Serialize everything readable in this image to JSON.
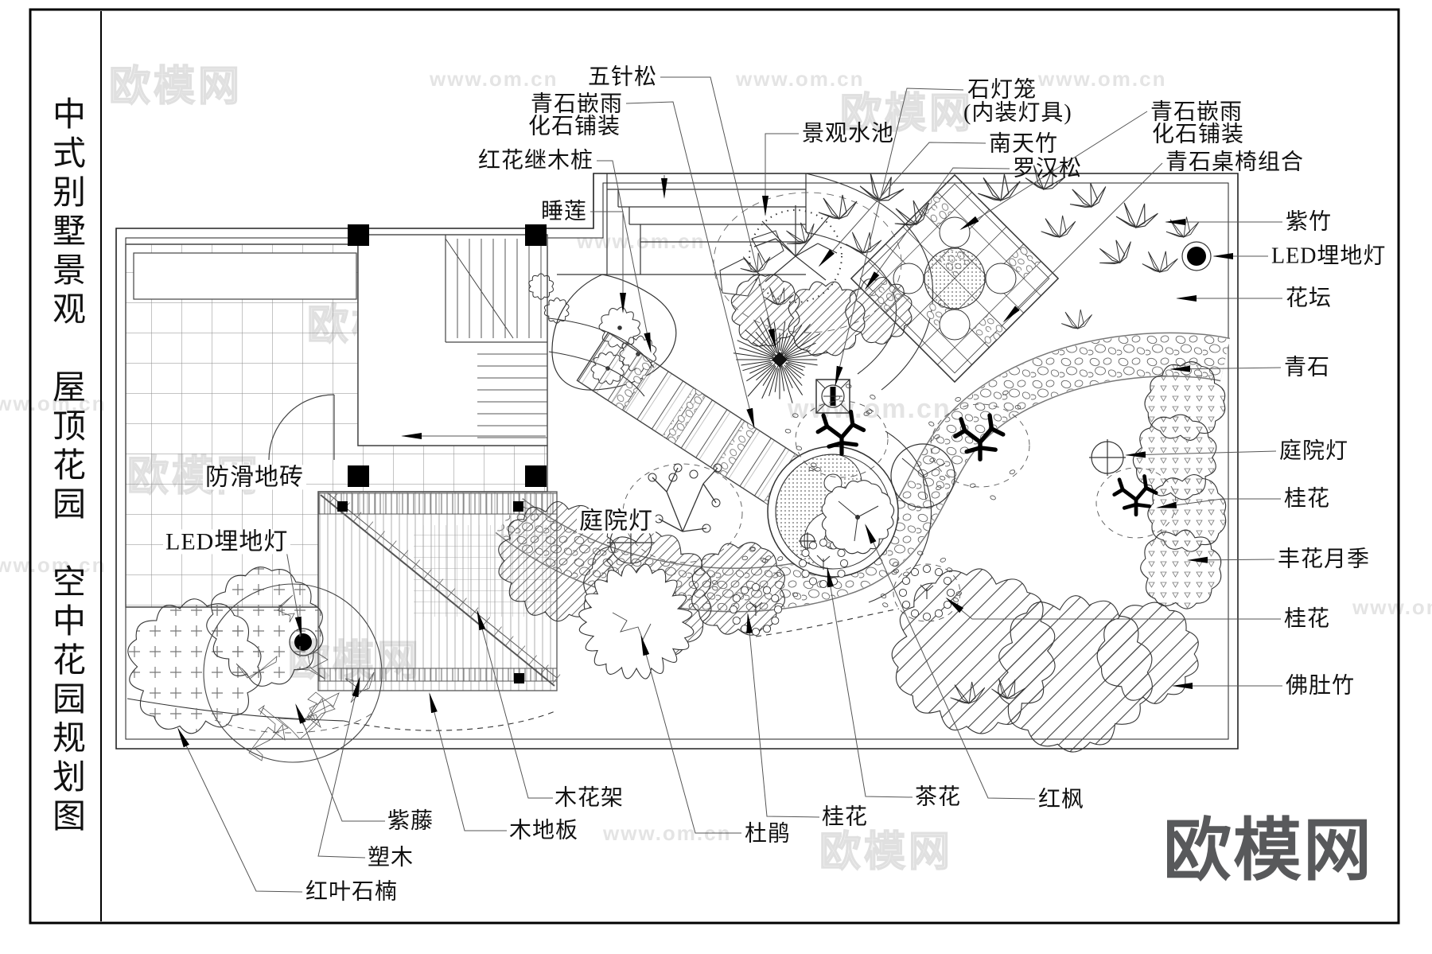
{
  "page": {
    "title": "中式别墅景观　屋顶花园　空中花园规划图",
    "logo": "欧模网",
    "watermark_url": "www.om.cn",
    "watermark_logo": "欧模网"
  },
  "callouts": {
    "pine5": "五针松",
    "paving_l1": "青石嵌雨",
    "paving_l2": "化石铺装",
    "redflower_stake": "红花继木桩",
    "waterlily": "睡莲",
    "pond": "景观水池",
    "lantern1": "石灯笼",
    "lantern2": "(内装灯具)",
    "nandina": "南天竹",
    "podocarpus": "罗汉松",
    "paving_r1": "青石嵌雨",
    "paving_r2": "化石铺装",
    "table_set": "青石桌椅组合",
    "purple_bamboo": "紫竹",
    "led_right": "LED埋地灯",
    "flower_bed": "花坛",
    "bluestone": "青石",
    "lamp_right": "庭院灯",
    "osmanthus_r1": "桂花",
    "rose": "丰花月季",
    "osmanthus_r2": "桂花",
    "buddha_bamboo": "佛肚竹",
    "pergola": "木花架",
    "deck": "木地板",
    "wisteria": "紫藤",
    "plastic_wood": "塑木",
    "photinia": "红叶石楠",
    "azalea": "杜鹃",
    "osmanthus_b": "桂花",
    "camellia": "茶花",
    "red_maple": "红枫",
    "antislip": "防滑地砖",
    "led_inner": "LED埋地灯",
    "lamp_inner": "庭院灯"
  }
}
